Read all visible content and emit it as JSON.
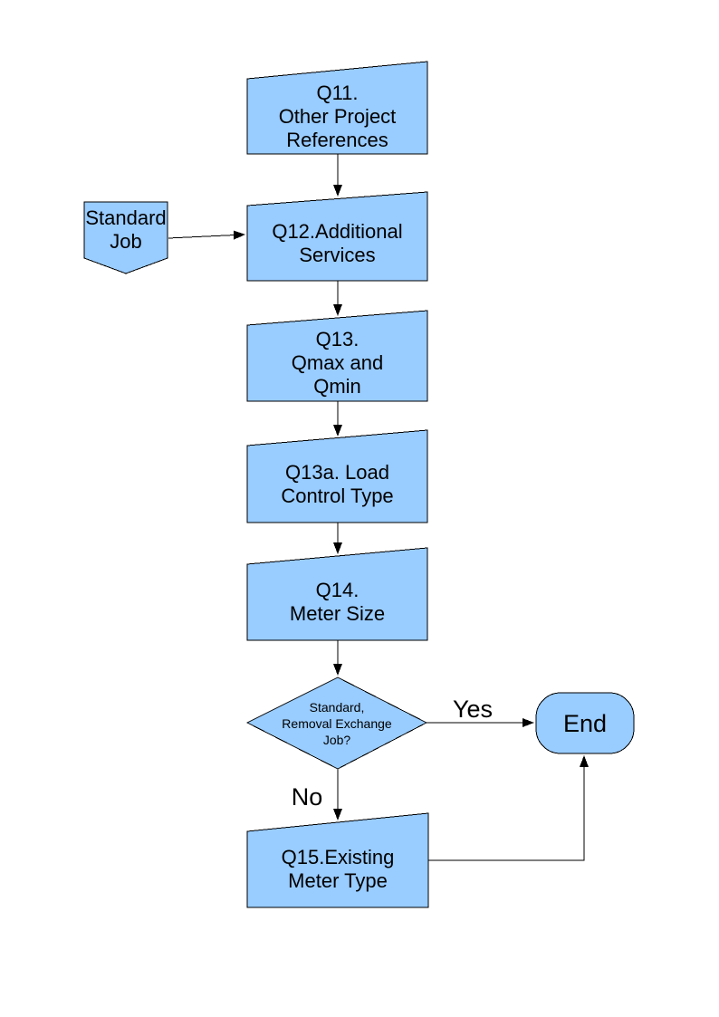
{
  "page": {
    "background": "#FFFFFF"
  },
  "diagram": {
    "colors": {
      "node_fill": "#99CCFF",
      "node_border": "#000000",
      "connector": "#000000",
      "text": "#000000"
    },
    "nodes": [
      {
        "id": "q11",
        "shape": "slanted-box",
        "label": "Q11.\nOther Project\nReferences"
      },
      {
        "id": "standard-job",
        "shape": "pentagon-down",
        "label": "Standard\nJob"
      },
      {
        "id": "q12",
        "shape": "slanted-box",
        "label": "Q12.Additional\nServices"
      },
      {
        "id": "q13",
        "shape": "slanted-box",
        "label": "Q13.\nQmax and\nQmin"
      },
      {
        "id": "q13a",
        "shape": "slanted-box",
        "label": "Q13a. Load\nControl Type"
      },
      {
        "id": "q14",
        "shape": "slanted-box",
        "label": "Q14.\nMeter Size"
      },
      {
        "id": "decision",
        "shape": "diamond",
        "label": "Standard,\nRemoval Exchange\nJob?"
      },
      {
        "id": "end",
        "shape": "terminator",
        "label": "End"
      },
      {
        "id": "q15",
        "shape": "slanted-box",
        "label": "Q15.Existing\nMeter Type"
      }
    ],
    "edges": [
      {
        "from": "q11",
        "to": "q12",
        "label": ""
      },
      {
        "from": "standard-job",
        "to": "q12",
        "label": ""
      },
      {
        "from": "q12",
        "to": "q13",
        "label": ""
      },
      {
        "from": "q13",
        "to": "q13a",
        "label": ""
      },
      {
        "from": "q13a",
        "to": "q14",
        "label": ""
      },
      {
        "from": "q14",
        "to": "decision",
        "label": ""
      },
      {
        "from": "decision",
        "to": "end",
        "label": "Yes"
      },
      {
        "from": "decision",
        "to": "q15",
        "label": "No"
      },
      {
        "from": "q15",
        "to": "end",
        "label": ""
      }
    ]
  }
}
